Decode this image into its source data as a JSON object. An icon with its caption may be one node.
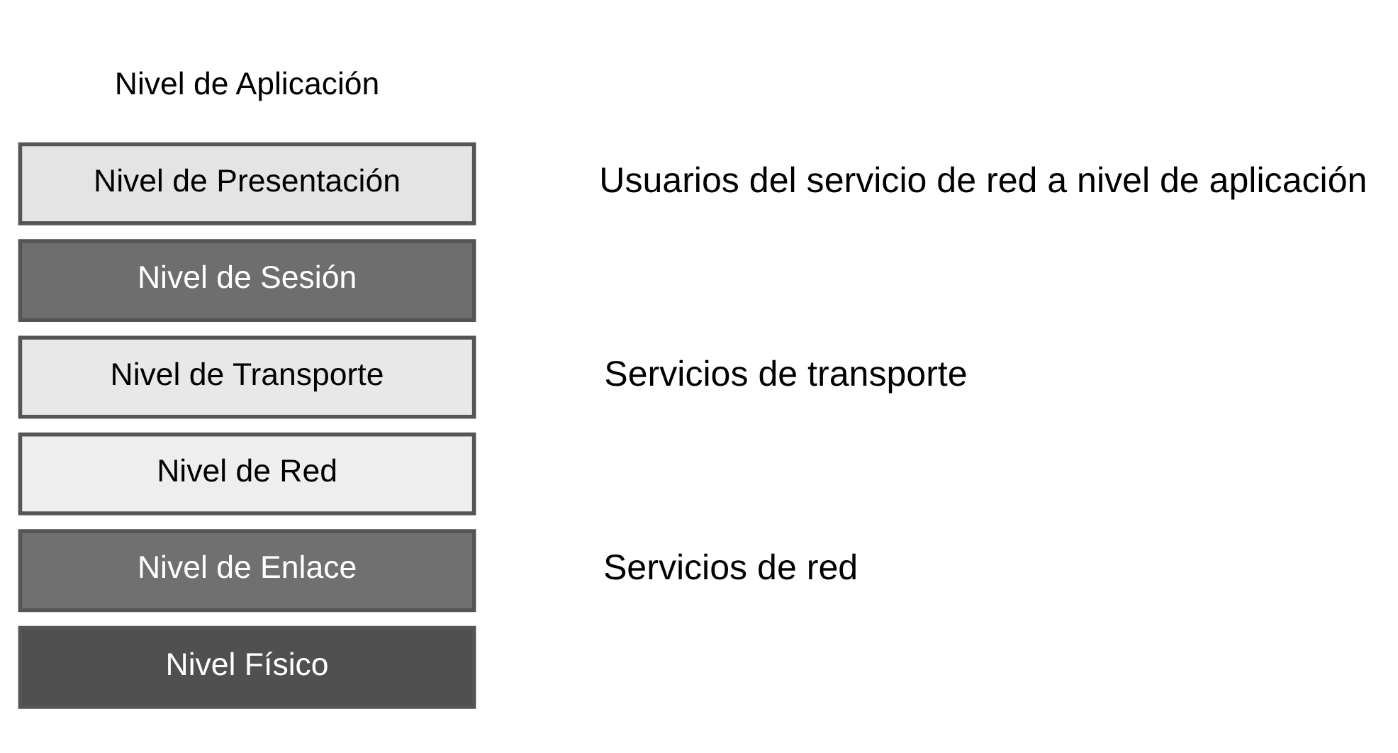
{
  "diagram": {
    "nodes": [
      {
        "text": [
          "Nivel de Aplicación"
        ]
      },
      {
        "text": [
          "Nivel de Presentación"
        ]
      },
      {
        "text": [
          "Nivel de Sesión"
        ]
      },
      {
        "text": [
          "Nivel de Transporte"
        ]
      },
      {
        "text": [
          "Nivel de Red"
        ]
      },
      {
        "text": [
          "Nivel de Enlace"
        ]
      },
      {
        "text": [
          "Nivel Físico"
        ]
      }
    ],
    "labels": [
      "Usuarios del servicio de red a nivel de aplicación",
      "Servicios de transporte",
      "Servicios de red"
    ]
  }
}
